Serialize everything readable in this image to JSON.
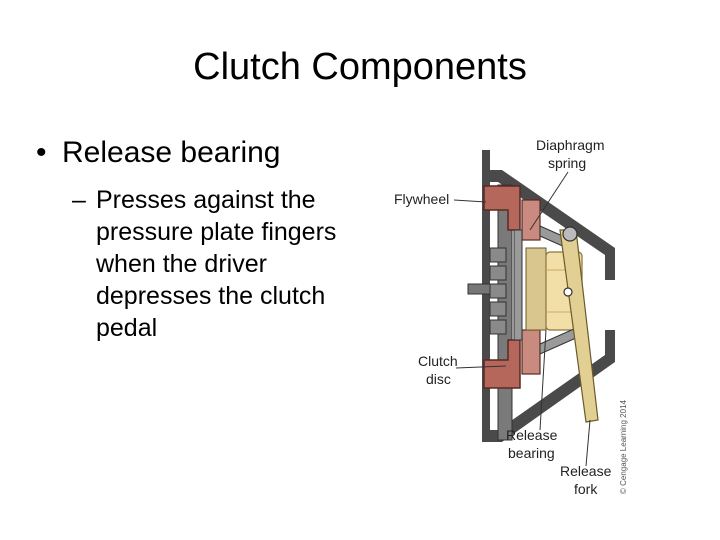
{
  "slide": {
    "title": "Clutch Components",
    "bullet": "Release bearing",
    "subbullet_dash": "–",
    "subbullet": "Presses against the pressure plate fingers when the driver depresses the clutch pedal"
  },
  "diagram": {
    "labels": {
      "diaphragm_1": "Diaphragm",
      "diaphragm_2": "spring",
      "flywheel": "Flywheel",
      "clutch_disc_1": "Clutch",
      "clutch_disc_2": "disc",
      "release_bearing_1": "Release",
      "release_bearing_2": "bearing",
      "release_fork_1": "Release",
      "release_fork_2": "fork"
    },
    "copyright": "© Cengage Learning 2014",
    "colors": {
      "flywheel": "#b5675c",
      "bearing": "#f2dfa7",
      "housing": "#4a4a4a",
      "spring": "#8a8a8a"
    }
  }
}
